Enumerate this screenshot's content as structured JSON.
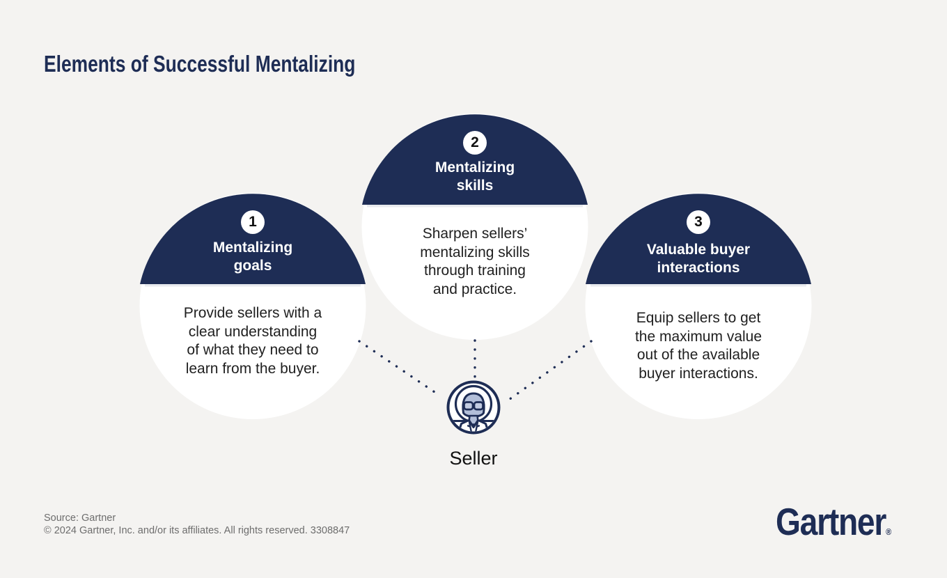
{
  "title": "Elements of Successful Mentalizing",
  "colors": {
    "background": "#f4f3f1",
    "navy": "#1e2d55",
    "circle_white": "#ffffff",
    "body_text": "#1f1f1f",
    "badge_number": "#111111",
    "footer_gray": "#6d6d6d",
    "icon_face_fill": "#b3bfd9",
    "icon_lens_fill": "#c3cce1"
  },
  "elements": [
    {
      "number": "1",
      "title": "Mentalizing\ngoals",
      "description": "Provide sellers with a\nclear understanding\nof what they need to\nlearn from the buyer."
    },
    {
      "number": "2",
      "title": "Mentalizing\nskills",
      "description": "Sharpen sellers’\nmentalizing skills\nthrough training\nand practice."
    },
    {
      "number": "3",
      "title": "Valuable buyer\ninteractions",
      "description": "Equip sellers to get\nthe maximum value\nout of the available\nbuyer interactions."
    }
  ],
  "seller": {
    "label": "Seller",
    "icon": "seller-person-icon"
  },
  "footer": {
    "source": "Source: Gartner",
    "copyright": "© 2024 Gartner, Inc. and/or its affiliates. All rights reserved. 3308847"
  },
  "logo": {
    "text": "Gartner",
    "registered": "®"
  }
}
